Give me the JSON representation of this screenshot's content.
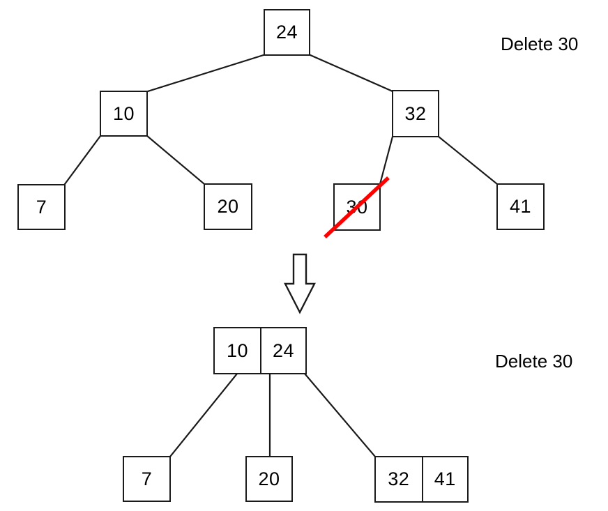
{
  "diagram": {
    "title": "B-tree node deletion illustration",
    "background_color": "#ffffff",
    "stroke_color": "#1a1a1a",
    "strike_color": "#ff0000",
    "text_color": "#000000"
  },
  "labels": {
    "top": "Delete 30",
    "bottom": "Delete 30"
  },
  "before_tree": {
    "name": "before-tree",
    "root": {
      "keys": [
        "24"
      ]
    },
    "level2": [
      {
        "keys": [
          "10"
        ]
      },
      {
        "keys": [
          "32"
        ]
      }
    ],
    "leaves": [
      {
        "keys": [
          "7"
        ],
        "deleted": false
      },
      {
        "keys": [
          "20"
        ],
        "deleted": false
      },
      {
        "keys": [
          "30"
        ],
        "deleted": true
      },
      {
        "keys": [
          "41"
        ],
        "deleted": false
      }
    ]
  },
  "after_tree": {
    "name": "after-tree",
    "root": {
      "keys": [
        "10",
        "24"
      ]
    },
    "leaves": [
      {
        "keys": [
          "7"
        ]
      },
      {
        "keys": [
          "20"
        ]
      },
      {
        "keys": [
          "32",
          "41"
        ]
      }
    ]
  },
  "arrow": {
    "name": "down-arrow-icon",
    "direction": "down"
  }
}
